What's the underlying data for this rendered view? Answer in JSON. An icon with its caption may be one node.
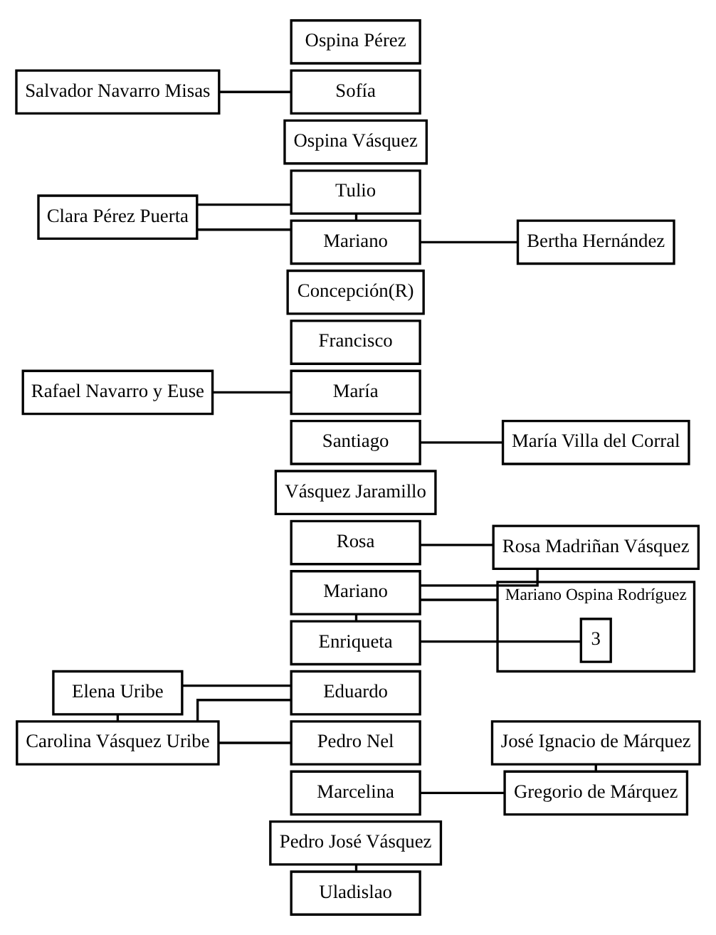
{
  "diagram": {
    "nodes": [
      {
        "text": [
          "Pedro José Vásquez"
        ]
      },
      {
        "text": [
          "José Ignacio de Márquez"
        ]
      },
      {
        "text": [
          "Uladislao"
        ]
      },
      {
        "text": [
          "Marcelina"
        ]
      },
      {
        "text": [
          "Gregorio de Márquez"
        ]
      },
      {
        "text": [
          "Elena Uribe"
        ]
      },
      {
        "text": [
          "Eduardo"
        ]
      },
      {
        "text": [
          "Rosa"
        ]
      },
      {
        "text": [
          "Enriqueta"
        ]
      },
      {
        "text": [
          "Vásquez Jaramillo"
        ]
      },
      {
        "text": [
          "Mariano Ospina Rodríguez"
        ]
      },
      {
        "text": [
          "3"
        ],
        "in": 10
      },
      {
        "text": [
          "Carolina Vásquez Uribe"
        ]
      },
      {
        "text": [
          "Mariano"
        ]
      },
      {
        "text": [
          "Rosa Madriñan Vásquez"
        ]
      },
      {
        "text": [
          "Pedro Nel"
        ]
      },
      {
        "text": [
          "Santiago"
        ]
      },
      {
        "text": [
          "María Villa del Corral"
        ]
      },
      {
        "text": [
          "Rafael Navarro y Euse"
        ]
      },
      {
        "text": [
          "María"
        ]
      },
      {
        "text": [
          "Francisco"
        ]
      },
      {
        "text": [
          "Concepción(R)"
        ]
      },
      {
        "text": [
          "Clara Pérez Puerta"
        ]
      },
      {
        "text": [
          "Tulio"
        ]
      },
      {
        "text": [
          "Ospina Vásquez"
        ]
      },
      {
        "text": [
          "Salvador Navarro Misas"
        ]
      },
      {
        "text": [
          "Mariano"
        ]
      },
      {
        "text": [
          "Bertha Hernández"
        ]
      },
      {
        "text": [
          "Sofía"
        ]
      },
      {
        "text": [
          "Ospina Pérez"
        ]
      }
    ],
    "edges": [
      {
        "from": 0,
        "to": 2,
        "arrow": "none"
      },
      {
        "from": 1,
        "to": 4,
        "arrow": "none"
      },
      {
        "from": 3,
        "to": 4,
        "arrow": "none"
      },
      {
        "from": 5,
        "to": 6,
        "arrow": "none"
      },
      {
        "from": 5,
        "to": 12,
        "arrow": "none"
      },
      {
        "from": 6,
        "to": 12,
        "arrow": "none"
      },
      {
        "from": 7,
        "to": 14,
        "arrow": "none"
      },
      {
        "from": 8,
        "to": 11,
        "arrow": "none"
      },
      {
        "from": 8,
        "to": 13,
        "arrow": "none"
      },
      {
        "from": 10,
        "to": 13,
        "arrow": "none"
      },
      {
        "from": 13,
        "to": 14,
        "arrow": "none"
      },
      {
        "from": 12,
        "to": 15,
        "arrow": "none"
      },
      {
        "from": 16,
        "to": 17,
        "arrow": "none"
      },
      {
        "from": 18,
        "to": 19,
        "arrow": "none"
      },
      {
        "from": 22,
        "to": 23,
        "arrow": "none"
      },
      {
        "from": 22,
        "to": 26,
        "arrow": "none"
      },
      {
        "from": 23,
        "to": 26,
        "arrow": "none"
      },
      {
        "from": 26,
        "to": 27,
        "arrow": "none"
      },
      {
        "from": 25,
        "to": 28,
        "arrow": "none"
      }
    ]
  }
}
